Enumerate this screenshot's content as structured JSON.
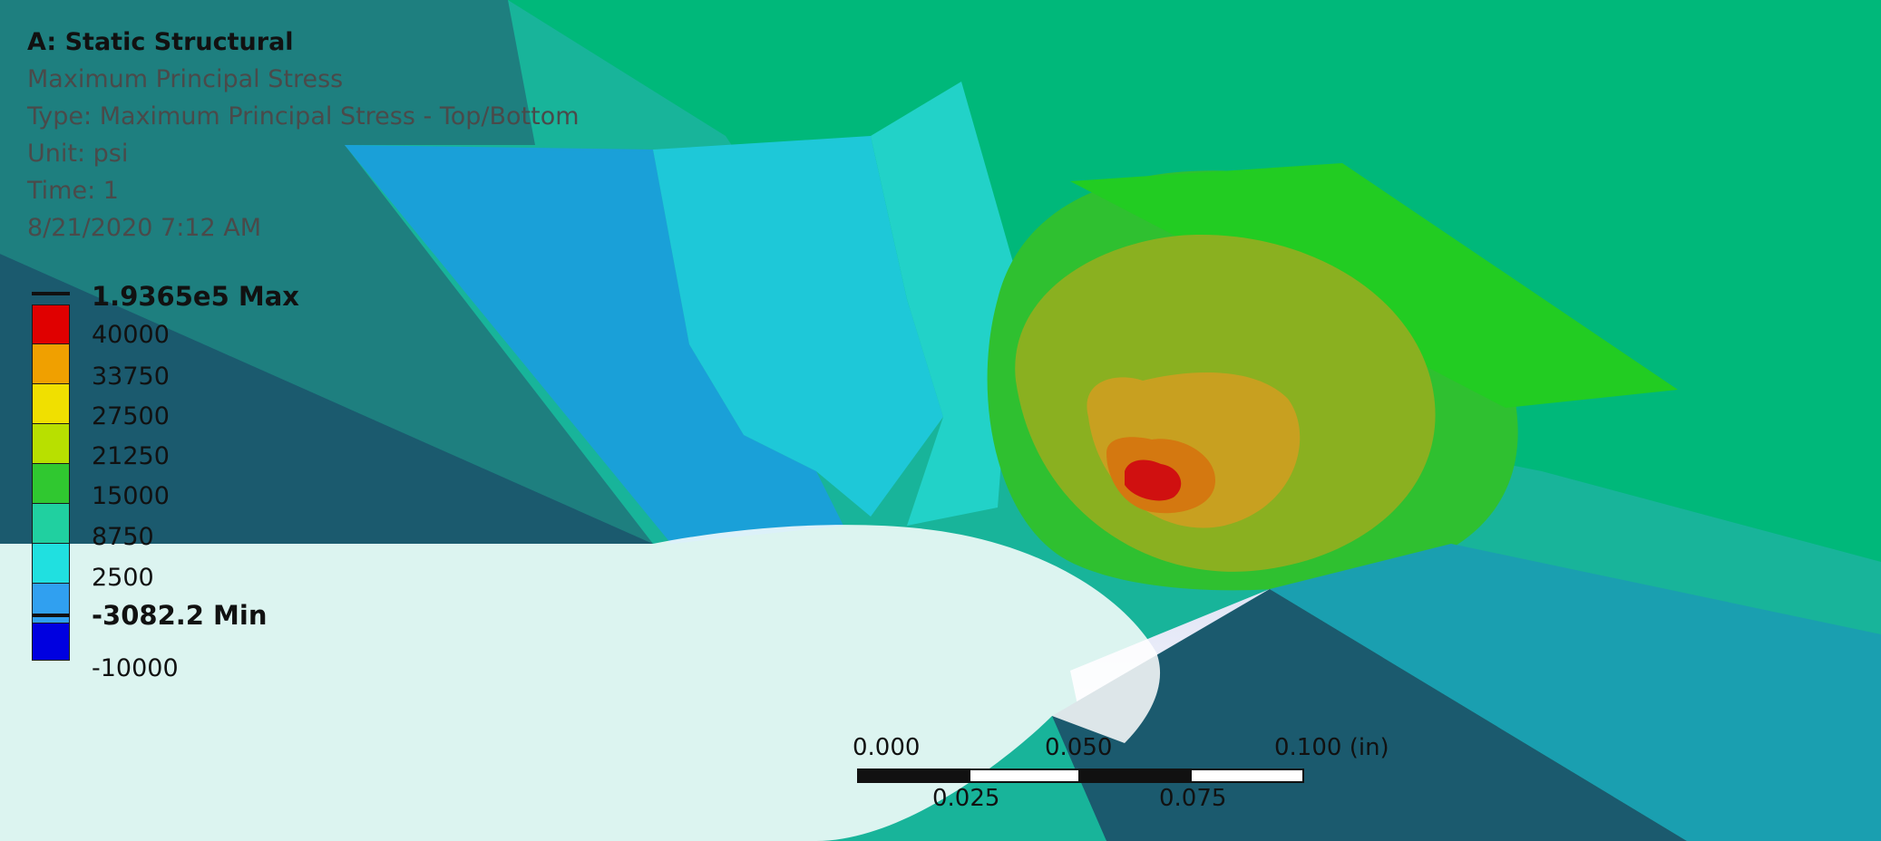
{
  "header": {
    "title": "A: Static Structural",
    "result_name": "Maximum Principal Stress",
    "type_line": "Type: Maximum Principal Stress - Top/Bottom",
    "unit_line": "Unit: psi",
    "time_line": "Time: 1",
    "timestamp": "8/21/2020 7:12 AM"
  },
  "legend": {
    "max_label": "1.9365e5 Max",
    "min_label": "-3082.2 Min",
    "levels": [
      "40000",
      "33750",
      "27500",
      "21250",
      "15000",
      "8750",
      "2500",
      "-10000"
    ],
    "colors": [
      "#e00000",
      "#f0a000",
      "#f0e000",
      "#b8e000",
      "#30c830",
      "#20d0a0",
      "#20e0e0",
      "#30a0f0",
      "#0000e0"
    ]
  },
  "scale_bar": {
    "upper_ticks": [
      "0.000",
      "0.050",
      "0.100 (in)"
    ],
    "lower_ticks": [
      "0.025",
      "0.075"
    ]
  },
  "colors": {
    "background_gradient_top": "#a8b4e6",
    "background_gradient_bottom": "#ffffff"
  }
}
